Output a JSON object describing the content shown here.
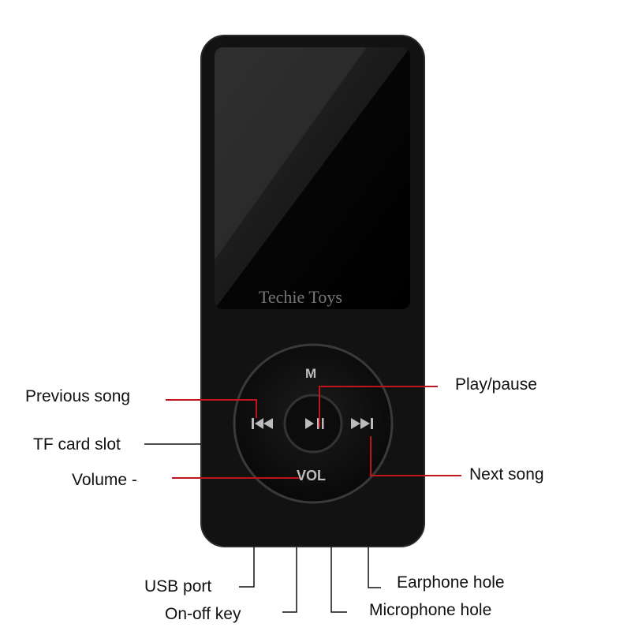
{
  "device": {
    "screen_watermark": "Techie Toys",
    "wheel_top_label": "M",
    "wheel_bottom_label": "VOL",
    "prev_icon": "skip-previous-icon",
    "play_icon": "play-pause-icon",
    "next_icon": "skip-next-icon"
  },
  "callouts": {
    "previous_song": "Previous song",
    "tf_card_slot": "TF card slot",
    "volume_minus": "Volume -",
    "play_pause": "Play/pause",
    "next_song": "Next song",
    "usb_port": "USB port",
    "on_off_key": "On-off key",
    "earphone_hole": "Earphone hole",
    "microphone_hole": "Microphone hole"
  },
  "colors": {
    "leader_red": "#c0141c",
    "leader_black": "#111111",
    "body": "#121212"
  }
}
